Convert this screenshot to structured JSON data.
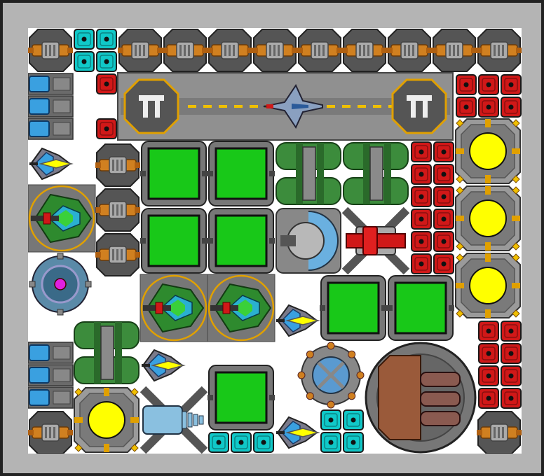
{
  "sprites": {
    "orange_turret": "orange-cannon-turret",
    "cyan_light": "cyan-light-block",
    "red_light": "red-light-block",
    "blue_light": "blue-light-block",
    "green_pad": "green-floor-pad",
    "green_tank": "green-fuel-tank",
    "yellow_ship": "yellow-fighter-ship",
    "reactor": "yellow-reactor-core",
    "helipad": "landing-pad",
    "helipad_sign": "landing-pad-sign"
  },
  "colors": {
    "green": "#18c818",
    "yellow": "#ffff00",
    "red": "#d01818",
    "cyan": "#10c8c8",
    "orange": "#d08020",
    "blue": "#3aa0e0",
    "magenta": "#e020e0",
    "metal": "#8c8c8c",
    "dark": "#3a3a3a"
  }
}
